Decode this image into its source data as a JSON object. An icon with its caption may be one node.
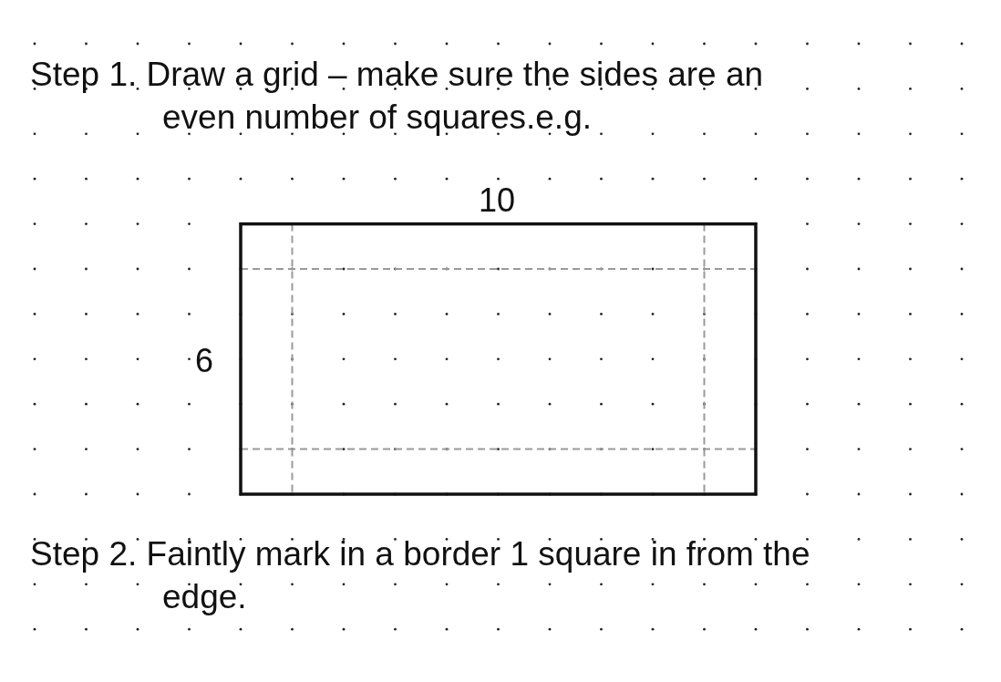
{
  "diagram": {
    "labels": [
      "Step 1. Draw a grid – make sure the sides are an even number of squares.e.g.",
      "10",
      "6",
      "Step 2. Faintly mark in a border 1 square in from the edge."
    ]
  }
}
